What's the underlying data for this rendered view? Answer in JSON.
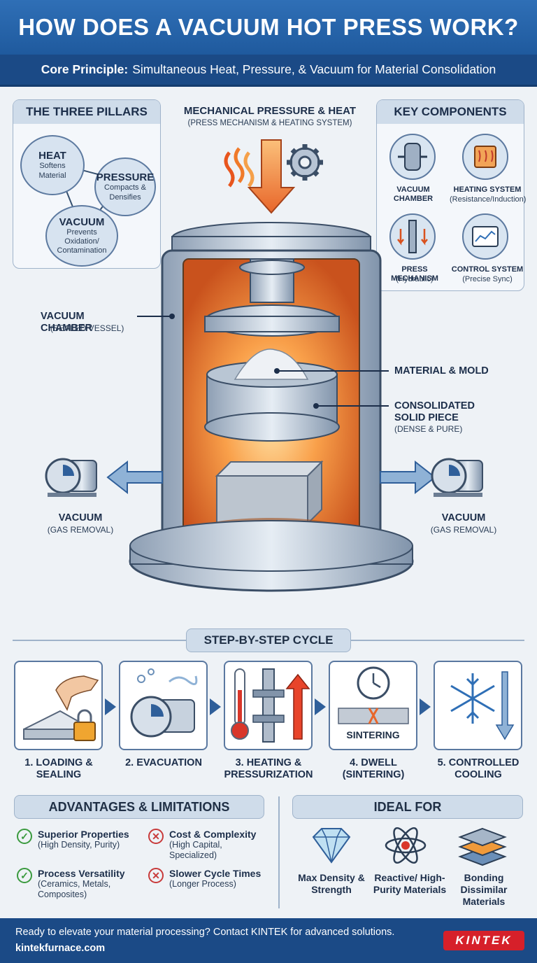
{
  "title": "HOW DOES A VACUUM HOT PRESS WORK?",
  "subtitle": {
    "bold": "Core Principle:",
    "text": "Simultaneous Heat, Pressure, & Vacuum for Material Consolidation"
  },
  "pillars": {
    "heading": "THE THREE PILLARS",
    "items": [
      {
        "title": "HEAT",
        "desc": "Softens Material"
      },
      {
        "title": "PRESSURE",
        "desc": "Compacts & Densifies"
      },
      {
        "title": "VACUUM",
        "desc": "Prevents Oxidation/ Contamination"
      }
    ]
  },
  "diagram": {
    "top_label": "MECHANICAL PRESSURE & HEAT",
    "top_sub": "(PRESS MECHANISM & HEATING SYSTEM)",
    "chamber_label": "VACUUM CHAMBER",
    "chamber_sub": "(SEALED VESSEL)",
    "material_label": "MATERIAL & MOLD",
    "consolidated_label": "CONSOLIDATED SOLID PIECE",
    "consolidated_sub": "(DENSE & PURE)",
    "vacuum_left": "VACUUM",
    "vacuum_left_sub": "(GAS REMOVAL)",
    "vacuum_right": "VACUUM",
    "vacuum_right_sub": "(GAS REMOVAL)"
  },
  "components": {
    "heading": "KEY COMPONENTS",
    "items": [
      {
        "title": "VACUUM CHAMBER",
        "sub": ""
      },
      {
        "title": "HEATING SYSTEM",
        "sub": "(Resistance/Induction)"
      },
      {
        "title": "PRESS MECHANISM",
        "sub": "(Hydraulic)"
      },
      {
        "title": "CONTROL SYSTEM",
        "sub": "(Precise Sync)"
      }
    ]
  },
  "cycle": {
    "heading": "STEP-BY-STEP CYCLE",
    "sintering_tag": "SINTERING",
    "steps": [
      "1. LOADING & SEALING",
      "2. EVACUATION",
      "3. HEATING & PRESSURIZATION",
      "4. DWELL (SINTERING)",
      "5. CONTROLLED COOLING"
    ]
  },
  "advantages": {
    "heading": "ADVANTAGES & LIMITATIONS",
    "pros": [
      {
        "title": "Superior Properties",
        "sub": "(High Density, Purity)"
      },
      {
        "title": "Process Versatility",
        "sub": "(Ceramics, Metals, Composites)"
      }
    ],
    "cons": [
      {
        "title": "Cost & Complexity",
        "sub": "(High Capital, Specialized)"
      },
      {
        "title": "Slower Cycle Times",
        "sub": "(Longer Process)"
      }
    ]
  },
  "ideal": {
    "heading": "IDEAL FOR",
    "items": [
      "Max Density & Strength",
      "Reactive/ High-Purity Materials",
      "Bonding Dissimilar Materials"
    ]
  },
  "footer": {
    "cta": "Ready to elevate your material processing? Contact KINTEK for advanced solutions.",
    "url": "kintekfurnace.com",
    "logo": "KINTEK"
  },
  "colors": {
    "primary": "#1f5a9e",
    "heat": "#f07a2a",
    "panel": "#cfdcea",
    "brand_red": "#d6202a"
  }
}
